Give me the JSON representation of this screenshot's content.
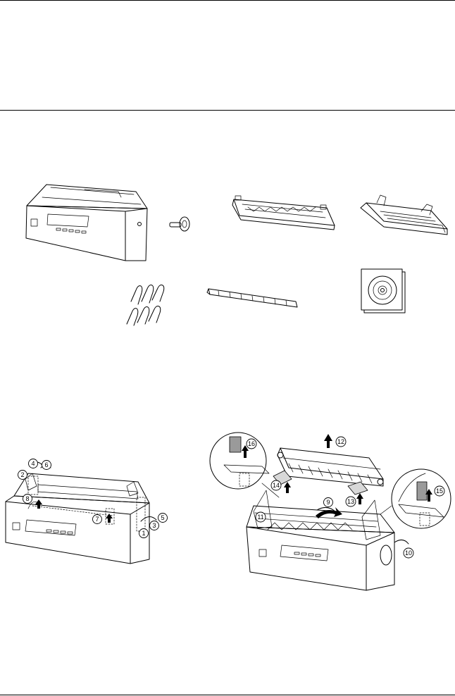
{
  "setup_callouts": {
    "left": [
      "1",
      "2",
      "3",
      "4",
      "5",
      "6",
      "7",
      "8"
    ],
    "right": [
      "9",
      "10",
      "11",
      "12",
      "13",
      "14",
      "15",
      "16"
    ]
  }
}
